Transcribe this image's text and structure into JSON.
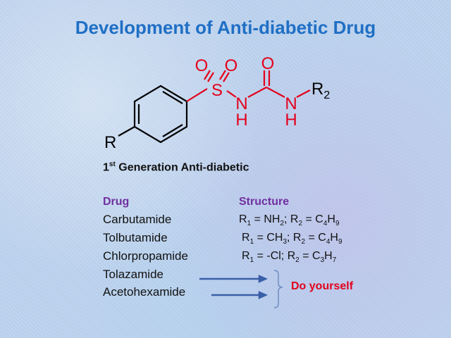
{
  "title": "Development of Anti-diabetic Drug",
  "molecule": {
    "atoms": {
      "o1": "O",
      "o2": "O",
      "s": "S",
      "n1": "N",
      "h1": "H",
      "o3": "O",
      "n2": "N",
      "h2": "H",
      "r2": "R",
      "r2_sub": "2",
      "r": "R"
    },
    "colors": {
      "heteroatom": "#e3001b",
      "bond": "#000000",
      "substituent": "#000000"
    }
  },
  "generation": {
    "num": "1",
    "sup": "st",
    "text": " Generation Anti-diabetic"
  },
  "table": {
    "header_drug": "Drug",
    "header_structure": "Structure",
    "drugs": [
      "Carbutamide",
      "Tolbutamide",
      "Chlorpropamide",
      "Tolazamide",
      "Acetohexamide"
    ],
    "structures": [
      {
        "r1_sub": "1",
        "r1_val": "NH",
        "r1_val_sub": "2",
        "r2_sub": "2",
        "r2_val": "C",
        "r2_sub_a": "4",
        "r2_tail": "H",
        "r2_sub_b": "9"
      },
      {
        "r1_sub": "1",
        "r1_val": "CH",
        "r1_val_sub": "3",
        "r2_sub": "2",
        "r2_val": "C",
        "r2_sub_a": "4",
        "r2_tail": "H",
        "r2_sub_b": "9"
      },
      {
        "r1_sub": "1",
        "r1_val": "-Cl",
        "r1_val_sub": "",
        "r2_sub": "2",
        "r2_val": "C",
        "r2_sub_a": "3",
        "r2_tail": "H",
        "r2_sub_b": "7"
      }
    ]
  },
  "note": "Do yourself",
  "colors": {
    "title": "#1f6fc5",
    "header": "#7030a0",
    "note": "#e3001b",
    "arrow": "#3a5fa8",
    "brace": "#6f8fbf"
  }
}
